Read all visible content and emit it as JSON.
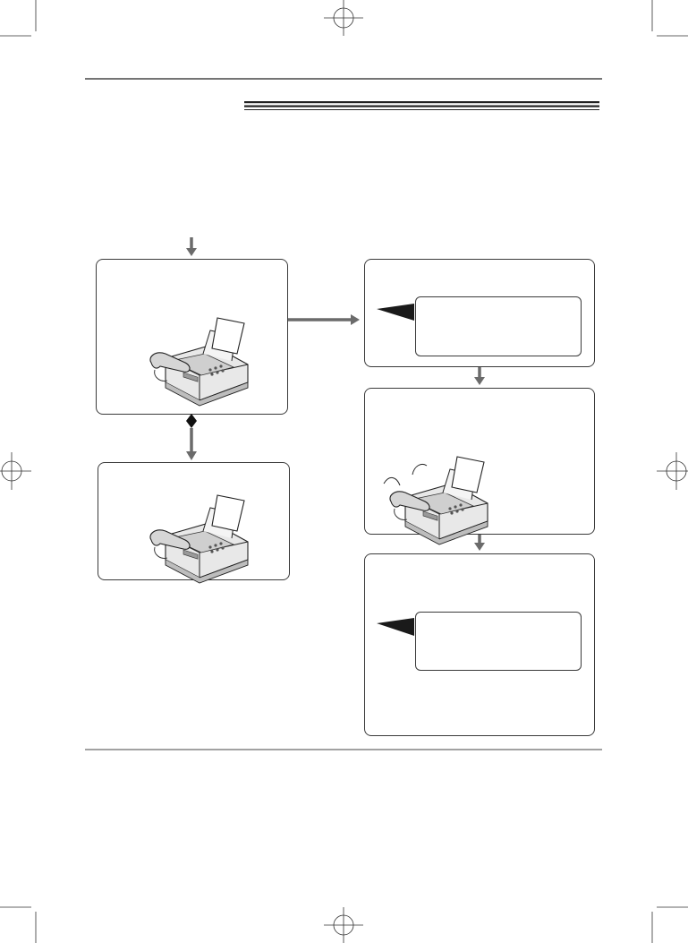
{
  "page": {
    "background": "#ffffff",
    "line_color": "#333333",
    "arrow_color": "#6b6b6b",
    "box_border": "#3a3a3a"
  },
  "header": {
    "title_rule_style": "triple-line"
  },
  "flowchart": {
    "boxes": [
      {
        "id": "document-set-box",
        "illustration": "fax-machine-with-document-icon",
        "text": ""
      },
      {
        "id": "document-loaded-box",
        "illustration": "fax-machine-with-document-icon",
        "text": ""
      },
      {
        "id": "display-message-box",
        "illustration": "lcd-display-callout",
        "text": ""
      },
      {
        "id": "ringing-box",
        "illustration": "ringing-fax-machine-icon",
        "text": ""
      },
      {
        "id": "final-display-box",
        "illustration": "lcd-display-callout",
        "text": ""
      }
    ],
    "connectors": [
      {
        "from": "start",
        "to": "document-set-box",
        "direction": "down"
      },
      {
        "from": "document-set-box",
        "to": "document-loaded-box",
        "direction": "down",
        "marker": "diamond"
      },
      {
        "from": "document-set-box",
        "to": "display-message-box",
        "direction": "right"
      },
      {
        "from": "display-message-box",
        "to": "ringing-box",
        "direction": "down"
      },
      {
        "from": "ringing-box",
        "to": "final-display-box",
        "direction": "down"
      }
    ]
  }
}
